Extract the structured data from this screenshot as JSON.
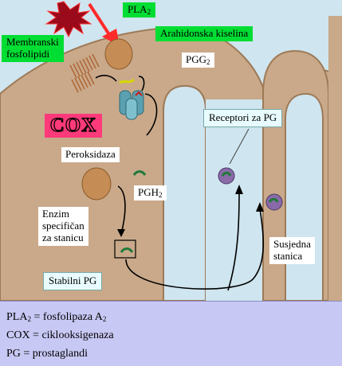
{
  "labels": {
    "pla2": {
      "base": "PLA",
      "sub": "2"
    },
    "membrane": [
      "Membranski",
      "fosfolipidi"
    ],
    "arachidonic": "Arahidonska kiselina",
    "pgg2": {
      "base": "PGG",
      "sub": "2"
    },
    "cox": "COX",
    "peroxidase": "Peroksidaza",
    "receptors": "Receptori za PG",
    "pgh2": {
      "base": "PGH",
      "sub": "2"
    },
    "enzyme": [
      "Enzim",
      "specifičan",
      "za stanicu"
    ],
    "stable_pg": "Stabilni PG",
    "neighbor": [
      "Susjedna",
      "stanica"
    ]
  },
  "legend": [
    {
      "pre": "PLA",
      "sub": "2",
      "post": " = fosfolipaza A",
      "sub2": "2"
    },
    {
      "text": "COX = ciklooksigenaza"
    },
    {
      "text": "PG = prostaglandi"
    }
  ],
  "colors": {
    "background": "#cfe5ef",
    "cell": "#c9a98a",
    "cell_edge": "#a3805d",
    "label_green": "#00dd33",
    "cox_fill": "#ff3a7a",
    "legend_bg": "#c8c8f5",
    "enzyme_blob": "#c58c55",
    "receptor": "#8a6aa8",
    "prostaglandin": "#1f7a3a",
    "signal": "#ff2a2a"
  }
}
